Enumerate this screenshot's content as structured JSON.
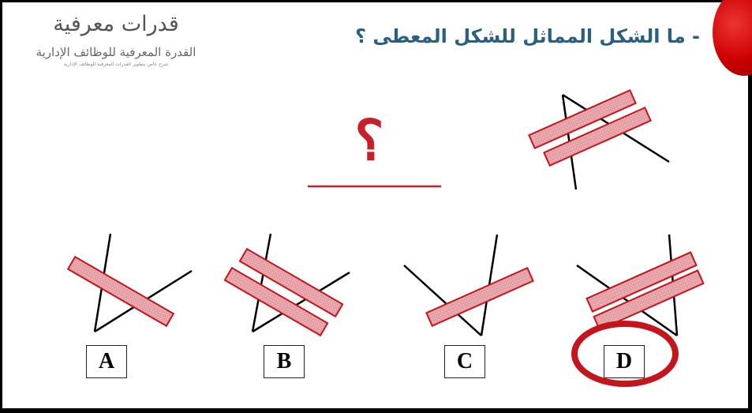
{
  "logo": {
    "main": "قدرات معرفية",
    "sub": "القدرة المعرفية للوظائف الإدارية",
    "tiny": "شرح خاص بتطوير القدرات المعرفية للوظائف الإدارية"
  },
  "question": "- ما الشكل المماثل للشكل المعطى ؟",
  "placeholder_mark": "؟",
  "options": [
    {
      "label": "A",
      "bars": 1
    },
    {
      "label": "B",
      "bars": 2
    },
    {
      "label": "C",
      "bars": 1
    },
    {
      "label": "D",
      "bars": 2
    }
  ],
  "given_figure": {
    "bars": 2
  },
  "selected_option": "D",
  "colors": {
    "question_text": "#2a5f7f",
    "bar_fill": "#e08e93",
    "bar_stroke": "#c4151c",
    "highlight": "#c4151c",
    "question_mark": "#c8202a"
  }
}
